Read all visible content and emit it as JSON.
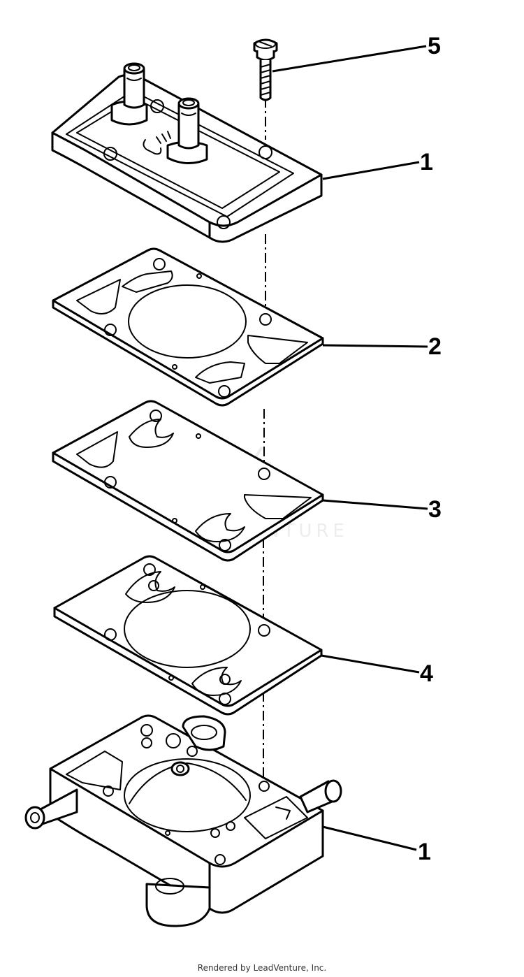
{
  "callouts": {
    "c5": "5",
    "c1_top": "1",
    "c2": "2",
    "c3": "3",
    "c4": "4",
    "c1_bottom": "1"
  },
  "watermark": "EADVENTURE",
  "footer": "Rendered by LeadVenture, Inc."
}
